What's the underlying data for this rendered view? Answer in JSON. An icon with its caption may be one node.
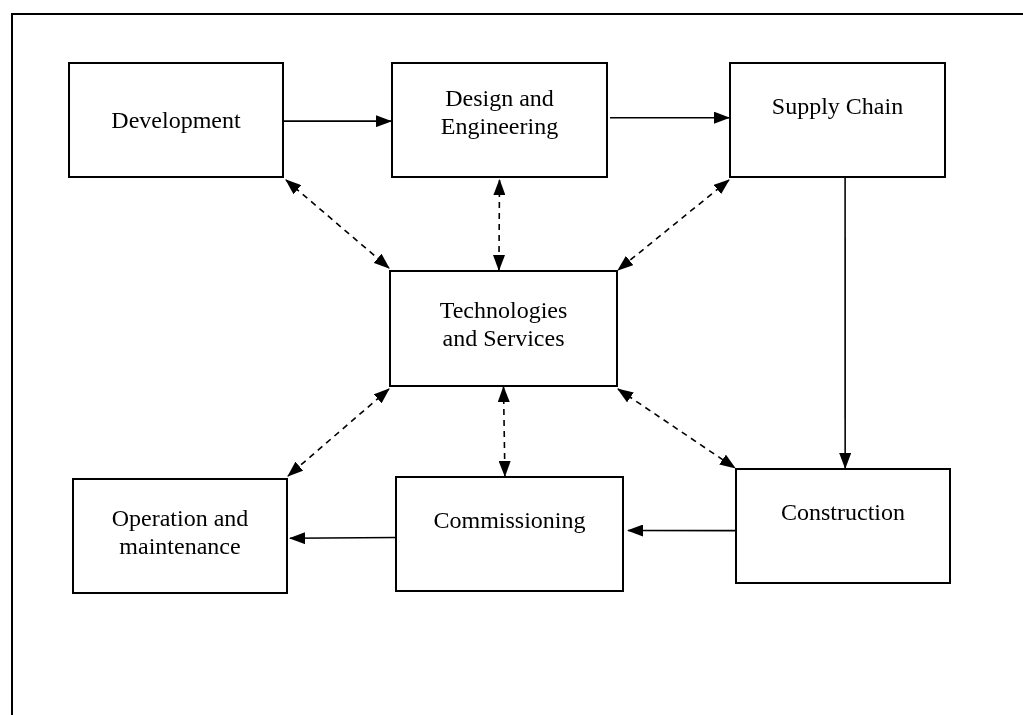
{
  "diagram": {
    "nodes": [
      {
        "text": [
          "Development"
        ]
      },
      {
        "text": [
          "Design and Engineering"
        ]
      },
      {
        "text": [
          "Supply Chain"
        ]
      },
      {
        "text": [
          "Technologies and Services"
        ]
      },
      {
        "text": [
          "Operation and maintenance"
        ]
      },
      {
        "text": [
          "Commissioning"
        ]
      },
      {
        "text": [
          "Construction"
        ]
      }
    ],
    "edges": [
      {
        "from": 0,
        "to": 1,
        "arrow": "to"
      },
      {
        "from": 1,
        "to": 2,
        "arrow": "to"
      },
      {
        "from": 2,
        "to": 6,
        "arrow": "to"
      },
      {
        "from": 6,
        "to": 5,
        "arrow": "to"
      },
      {
        "from": 5,
        "to": 4,
        "arrow": "to"
      },
      {
        "from": 0,
        "to": 3,
        "arrow": "both",
        "style": "dashed"
      },
      {
        "from": 1,
        "to": 3,
        "arrow": "both",
        "style": "dashed"
      },
      {
        "from": 2,
        "to": 3,
        "arrow": "both",
        "style": "dashed"
      },
      {
        "from": 3,
        "to": 4,
        "arrow": "both",
        "style": "dashed"
      },
      {
        "from": 3,
        "to": 5,
        "arrow": "both",
        "style": "dashed"
      },
      {
        "from": 3,
        "to": 6,
        "arrow": "both",
        "style": "dashed"
      }
    ]
  }
}
